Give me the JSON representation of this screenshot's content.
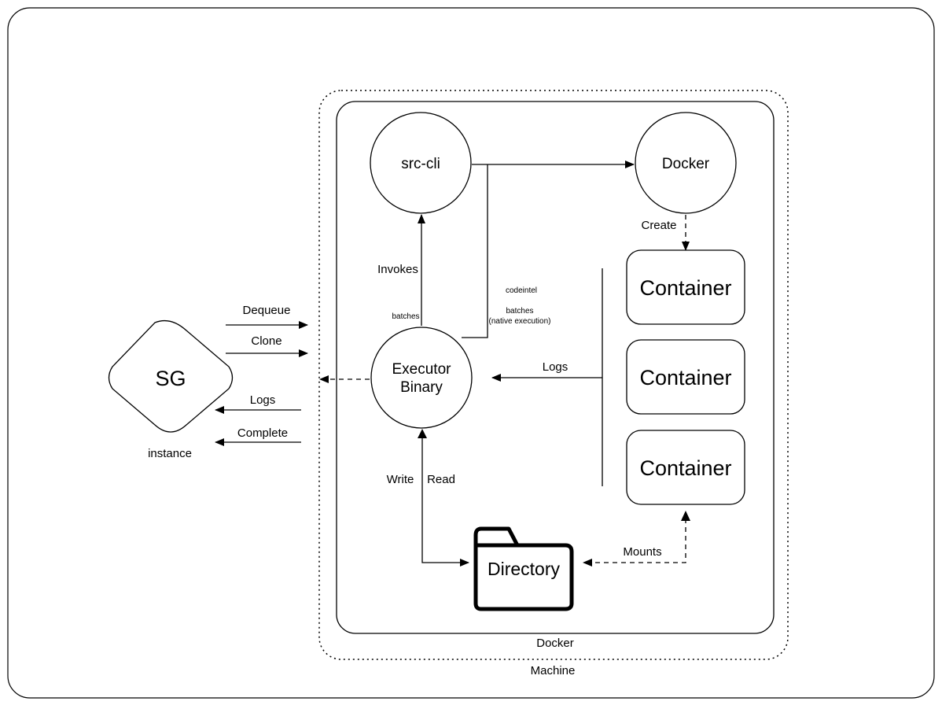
{
  "sg": {
    "label": "SG",
    "caption": "instance"
  },
  "edges_left": {
    "dequeue": "Dequeue",
    "clone": "Clone",
    "logs": "Logs",
    "complete": "Complete"
  },
  "machine": {
    "label": "Machine"
  },
  "docker_box": {
    "label": "Docker"
  },
  "nodes": {
    "src_cli": "src-cli",
    "docker": "Docker",
    "executor_line1": "Executor",
    "executor_line2": "Binary"
  },
  "edges_inner": {
    "invokes": "Invokes",
    "batches": "batches",
    "codeintel": "codeintel",
    "batches_native_line1": "batches",
    "batches_native_line2": "(native execution)",
    "create": "Create",
    "logs": "Logs",
    "write": "Write",
    "read": "Read",
    "mounts": "Mounts"
  },
  "containers": [
    "Container",
    "Container",
    "Container"
  ],
  "directory": {
    "label": "Directory",
    "icon": "folder-icon"
  }
}
